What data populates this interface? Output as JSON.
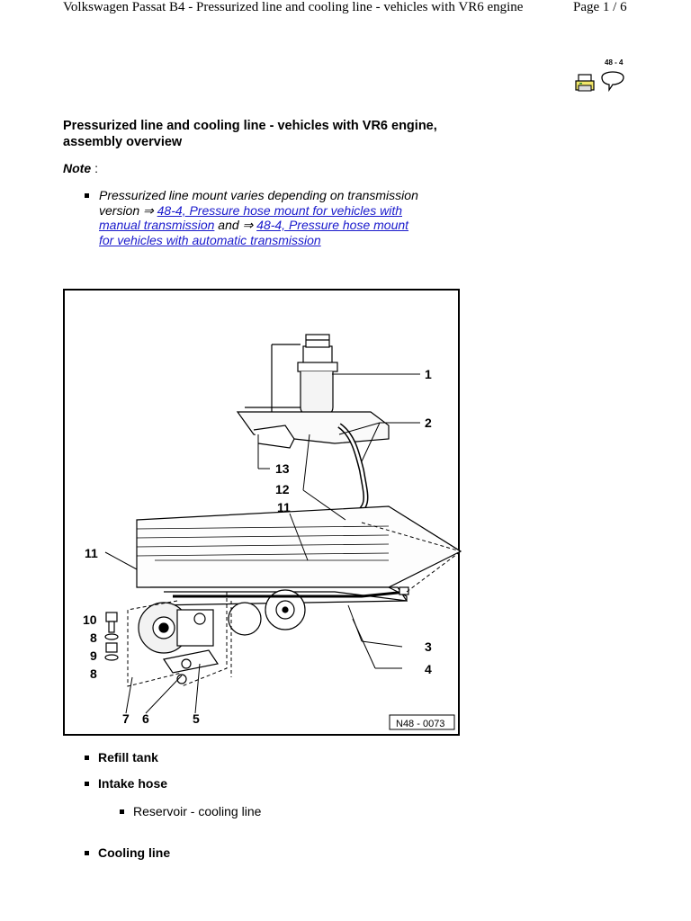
{
  "header": {
    "title": "Volkswagen Passat B4 - Pressurized line and cooling line - vehicles with VR6 engine",
    "page": "Page 1 / 6"
  },
  "toolbar": {
    "section_ref": "48 - 4",
    "print_icon": "printer-icon",
    "back_icon": "speech-bubble-back-icon"
  },
  "heading": "Pressurized line and cooling line - vehicles with VR6 engine, assembly overview",
  "note": {
    "label": "Note",
    "colon": ":"
  },
  "note_item": {
    "text_before": "Pressurized line mount varies depending on transmission version ⇒ ",
    "link1": "48-4, Pressure hose mount for vehicles with manual transmission",
    "text_middle": " and ⇒ ",
    "link2": "48-4, Pressure hose mount for vehicles with automatic transmission"
  },
  "figure": {
    "ref": "N48 - 0073",
    "callouts": [
      "1",
      "2",
      "13",
      "12",
      "11",
      "11",
      "10",
      "8",
      "9",
      "8",
      "3",
      "4",
      "7",
      "6",
      "5"
    ]
  },
  "list": {
    "item1": "Refill tank",
    "item2": "Intake hose",
    "item2_sub": "Reservoir - cooling line",
    "item3": "Cooling line"
  }
}
